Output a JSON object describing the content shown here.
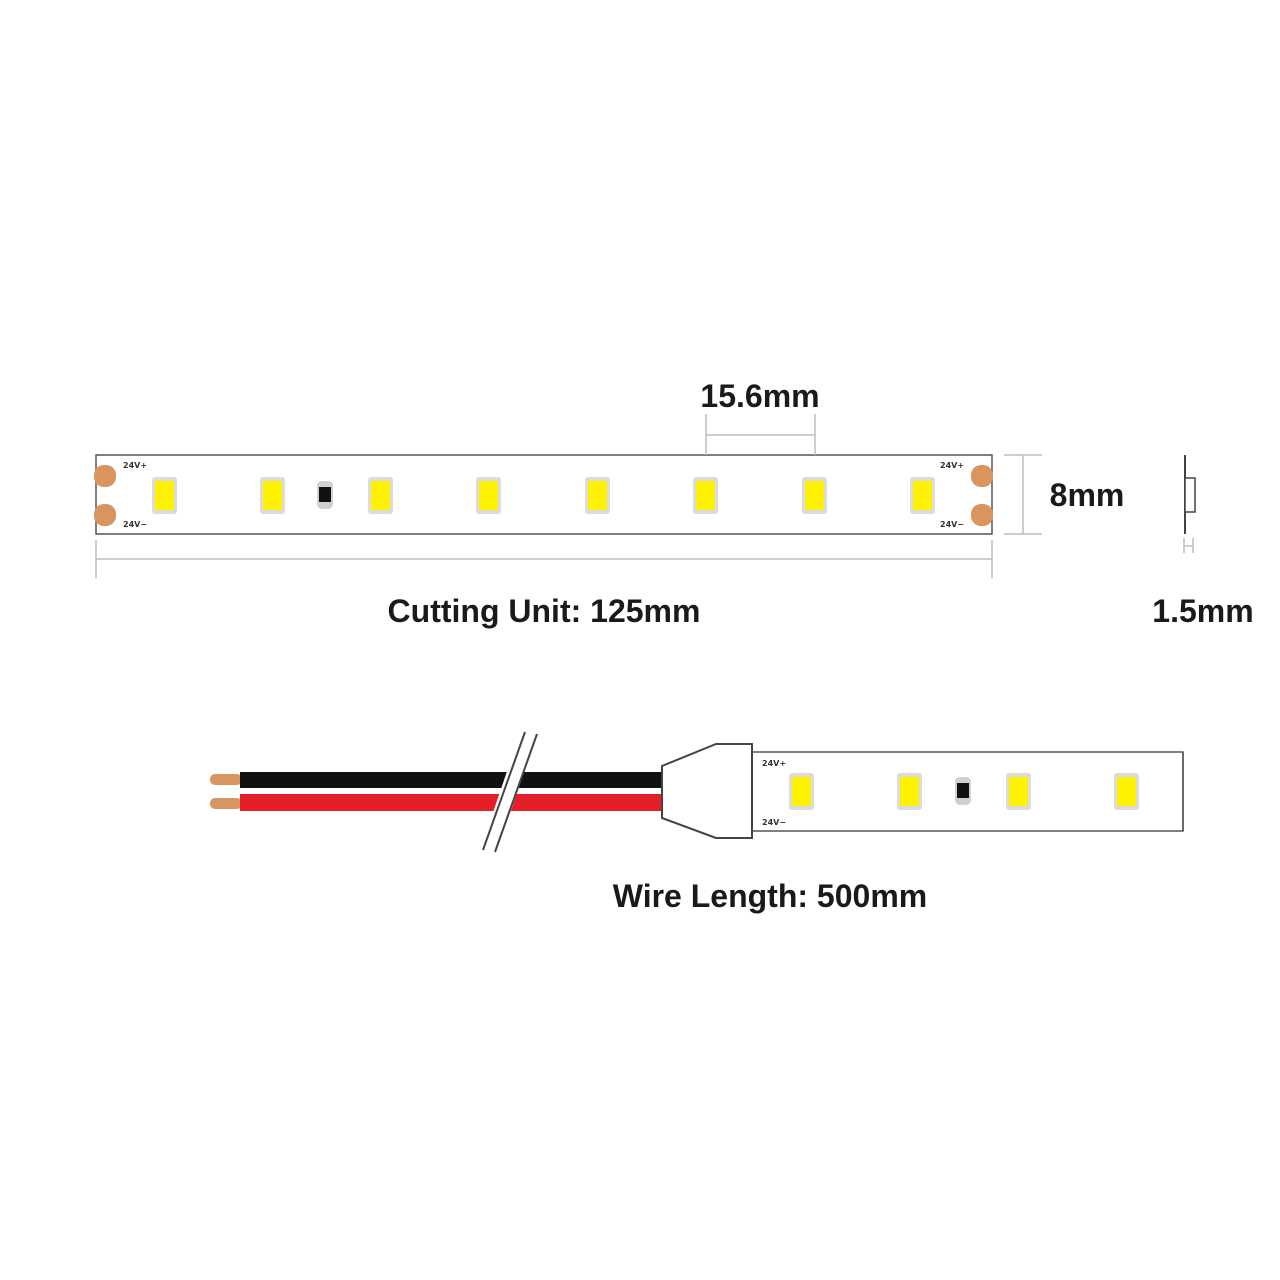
{
  "dimensions": {
    "led_pitch": "15.6mm",
    "strip_width": "8mm",
    "cutting_unit": "Cutting Unit: 125mm",
    "thickness": "1.5mm",
    "wire_length": "Wire Length: 500mm"
  },
  "pad_labels": {
    "positive": "24V+",
    "negative": "24V−"
  },
  "colors": {
    "led_yellow": "#fff200",
    "copper_pad": "#d9955f",
    "wire_black": "#111111",
    "wire_red": "#e61e2a",
    "outline": "#444444",
    "dimension_line": "#bdbdbd"
  }
}
